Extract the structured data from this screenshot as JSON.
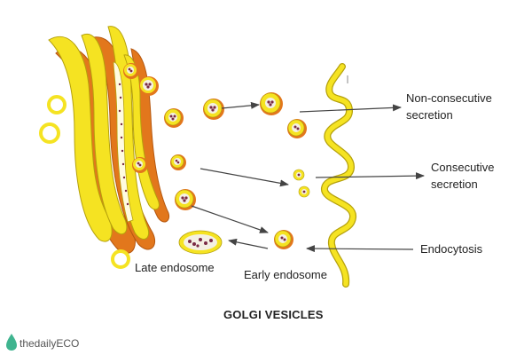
{
  "labels": {
    "non_consecutive_1": "Non-consecutive",
    "non_consecutive_2": "secretion",
    "consecutive_1": "Consecutive",
    "consecutive_2": "secretion",
    "endocytosis": "Endocytosis",
    "late_endosome": "Late endosome",
    "early_endosome": "Early endosome"
  },
  "title": "GOLGI VESICLES",
  "logo": {
    "text": "thedailyECO",
    "icon": "water-drop-icon"
  },
  "colors": {
    "membrane_yellow": "#f5e322",
    "membrane_outline": "#b5a10c",
    "lumen_orange": "#e2771c",
    "cargo_purple": "#7a2a45",
    "arrow": "#444444",
    "logo_green": "#3fb48f"
  }
}
